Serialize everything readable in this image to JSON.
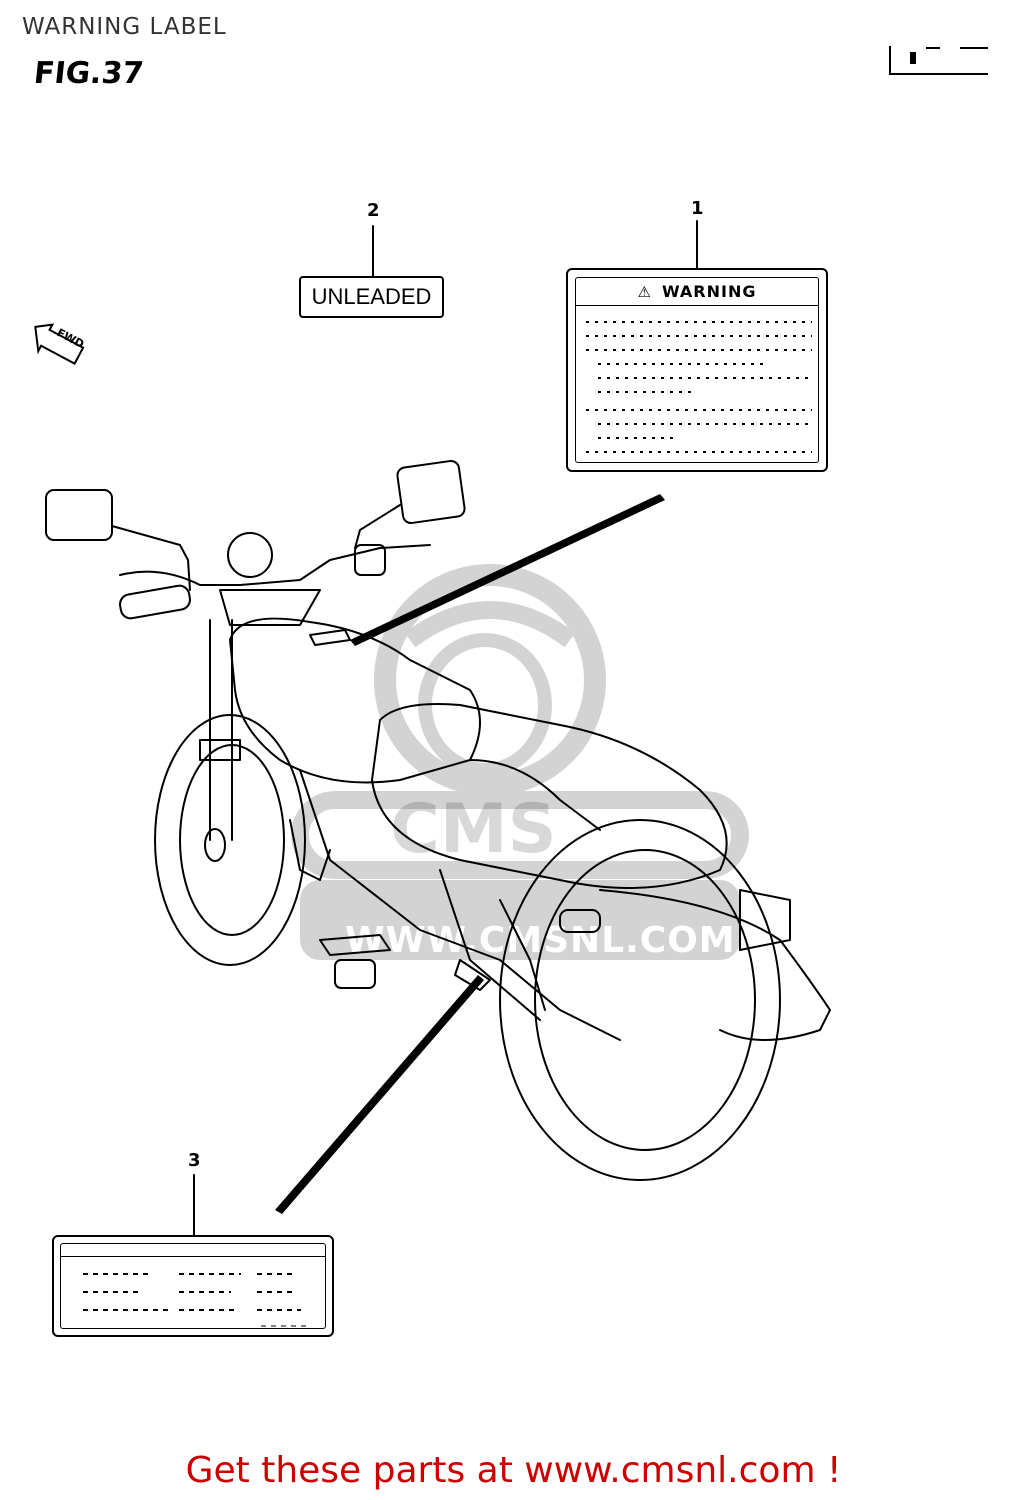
{
  "header": {
    "title": "WARNING LABEL"
  },
  "figure": {
    "label": "FIG.37"
  },
  "callouts": [
    {
      "number": "2"
    },
    {
      "number": "1"
    },
    {
      "number": "3"
    }
  ],
  "labels": {
    "unleaded": "UNLEADED",
    "warning": "WARNING"
  },
  "direction_marker": "FWD",
  "watermark": {
    "brand": "CMS",
    "site": "WWW.CMSNL.COM"
  },
  "footer": {
    "link_text": "Get these parts at www.cmsnl.com !",
    "color": "#cc0000"
  }
}
